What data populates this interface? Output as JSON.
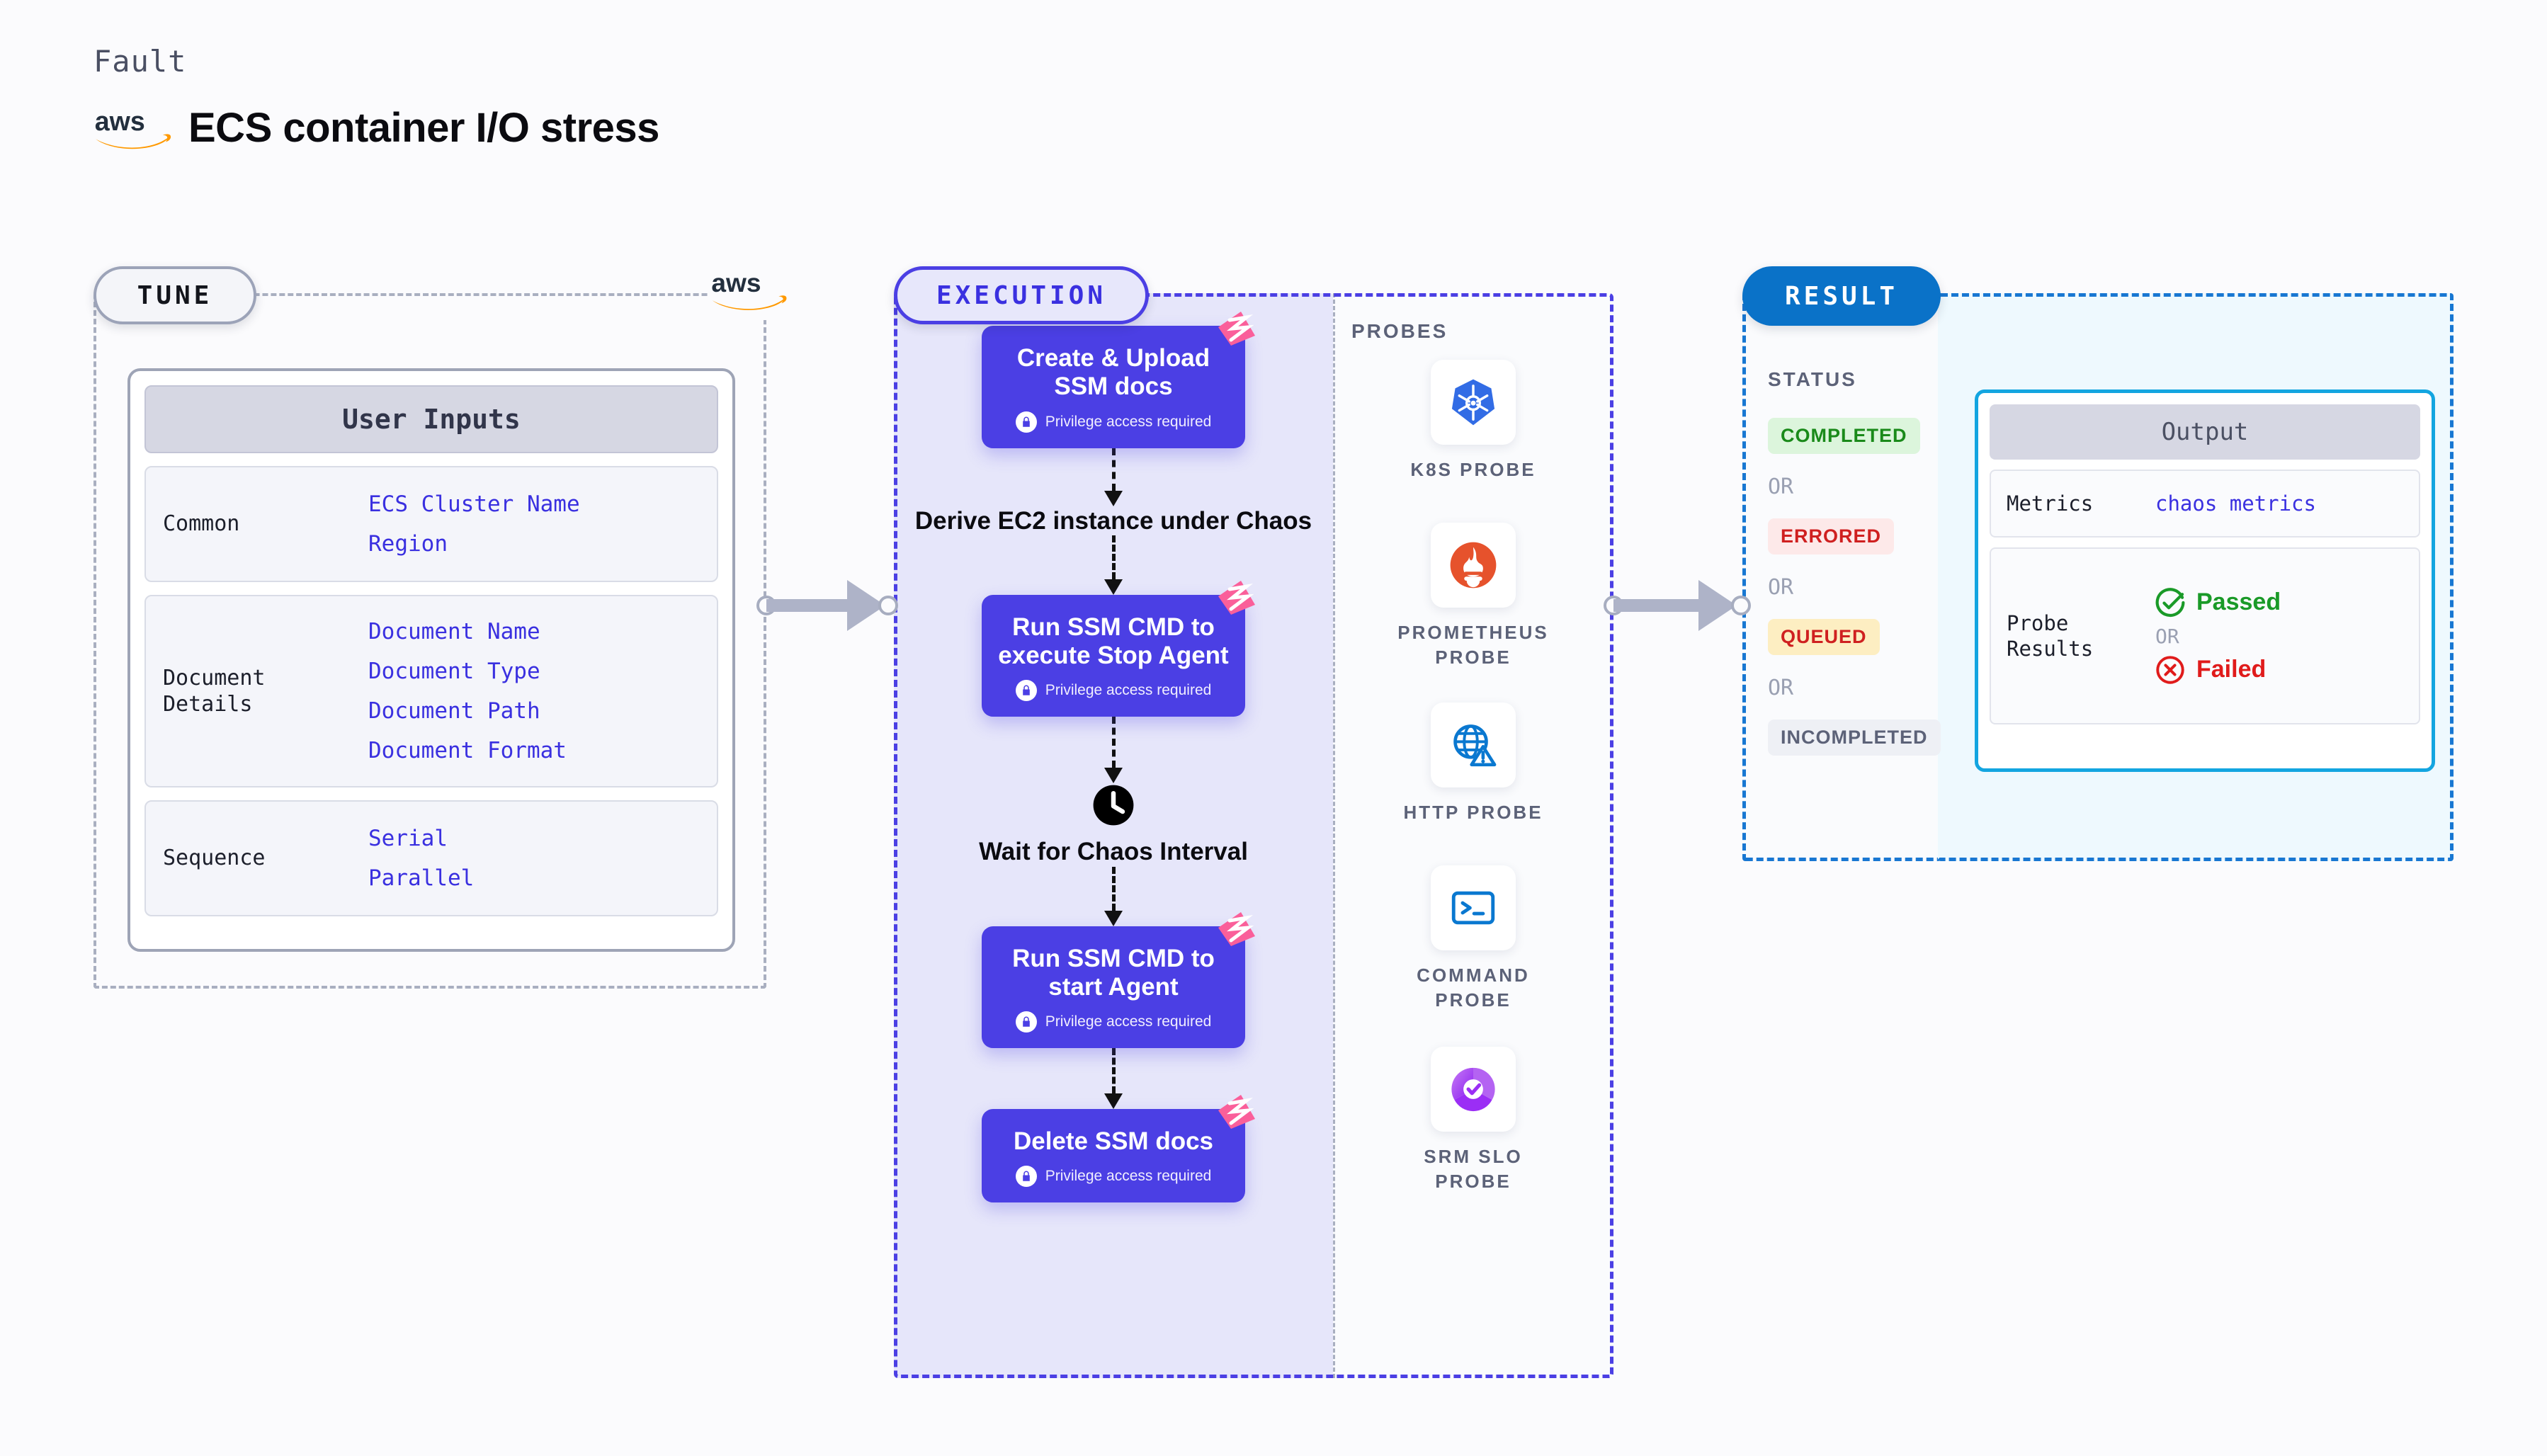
{
  "header": {
    "kicker": "Fault",
    "title": "ECS container I/O stress",
    "logo_icon": "aws-logo-icon"
  },
  "tune": {
    "pill_label": "TUNE",
    "logo_icon": "aws-logo-icon",
    "card_title": "User Inputs",
    "groups": [
      {
        "label": "Common",
        "values": [
          "ECS Cluster Name",
          "Region"
        ]
      },
      {
        "label": "Document\nDetails",
        "values": [
          "Document Name",
          "Document Type",
          "Document Path",
          "Document Format"
        ]
      },
      {
        "label": "Sequence",
        "values": [
          "Serial",
          "Parallel"
        ]
      }
    ]
  },
  "execution": {
    "pill_label": "EXECUTION",
    "privilege_text": "Privilege access required",
    "steps": [
      {
        "type": "card",
        "title": "Create & Upload SSM docs",
        "privileged": true,
        "badge": "chaos-fault-badge"
      },
      {
        "type": "plain",
        "title": "Derive EC2 instance under Chaos",
        "icon": null
      },
      {
        "type": "card",
        "title": "Run SSM CMD to execute Stop Agent",
        "privileged": true,
        "badge": "chaos-fault-badge"
      },
      {
        "type": "plain",
        "title": "Wait for Chaos Interval",
        "icon": "clock-icon"
      },
      {
        "type": "card",
        "title": "Run SSM CMD to start Agent",
        "privileged": true,
        "badge": "chaos-fault-badge"
      },
      {
        "type": "card",
        "title": "Delete SSM docs",
        "privileged": true,
        "badge": "chaos-fault-badge"
      }
    ]
  },
  "probes": {
    "heading": "PROBES",
    "items": [
      {
        "name": "K8S PROBE",
        "icon": "kubernetes-icon"
      },
      {
        "name": "PROMETHEUS PROBE",
        "icon": "prometheus-icon"
      },
      {
        "name": "HTTP PROBE",
        "icon": "globe-warning-icon"
      },
      {
        "name": "COMMAND PROBE",
        "icon": "terminal-icon"
      },
      {
        "name": "SRM SLO PROBE",
        "icon": "srm-slo-icon"
      }
    ]
  },
  "result": {
    "pill_label": "RESULT",
    "status_heading": "STATUS",
    "or_label": "OR",
    "statuses": [
      {
        "label": "COMPLETED",
        "bg": "#dcf5dc",
        "fg": "#1a8a1a"
      },
      {
        "label": "ERRORED",
        "bg": "#fde9e9",
        "fg": "#cf2020"
      },
      {
        "label": "QUEUED",
        "bg": "#fdeec2",
        "fg": "#cf2020"
      },
      {
        "label": "INCOMPLETED",
        "bg": "#eef0f5",
        "fg": "#5c6278"
      }
    ],
    "output": {
      "title": "Output",
      "metrics_key": "Metrics",
      "metrics_value": "chaos metrics",
      "probe_key": "Probe\nResults",
      "passed_label": "Passed",
      "failed_label": "Failed",
      "passed_icon": "check-circle-icon",
      "failed_icon": "x-circle-icon",
      "or_label": "OR"
    }
  },
  "colors": {
    "accent_purple": "#4b3fe4",
    "aws_orange": "#ff9900",
    "result_blue": "#0a72c8",
    "output_cyan": "#13a5e0",
    "badge_pink": "#fa5f9a",
    "pass_green": "#1a9a28",
    "fail_red": "#e01b1b"
  }
}
